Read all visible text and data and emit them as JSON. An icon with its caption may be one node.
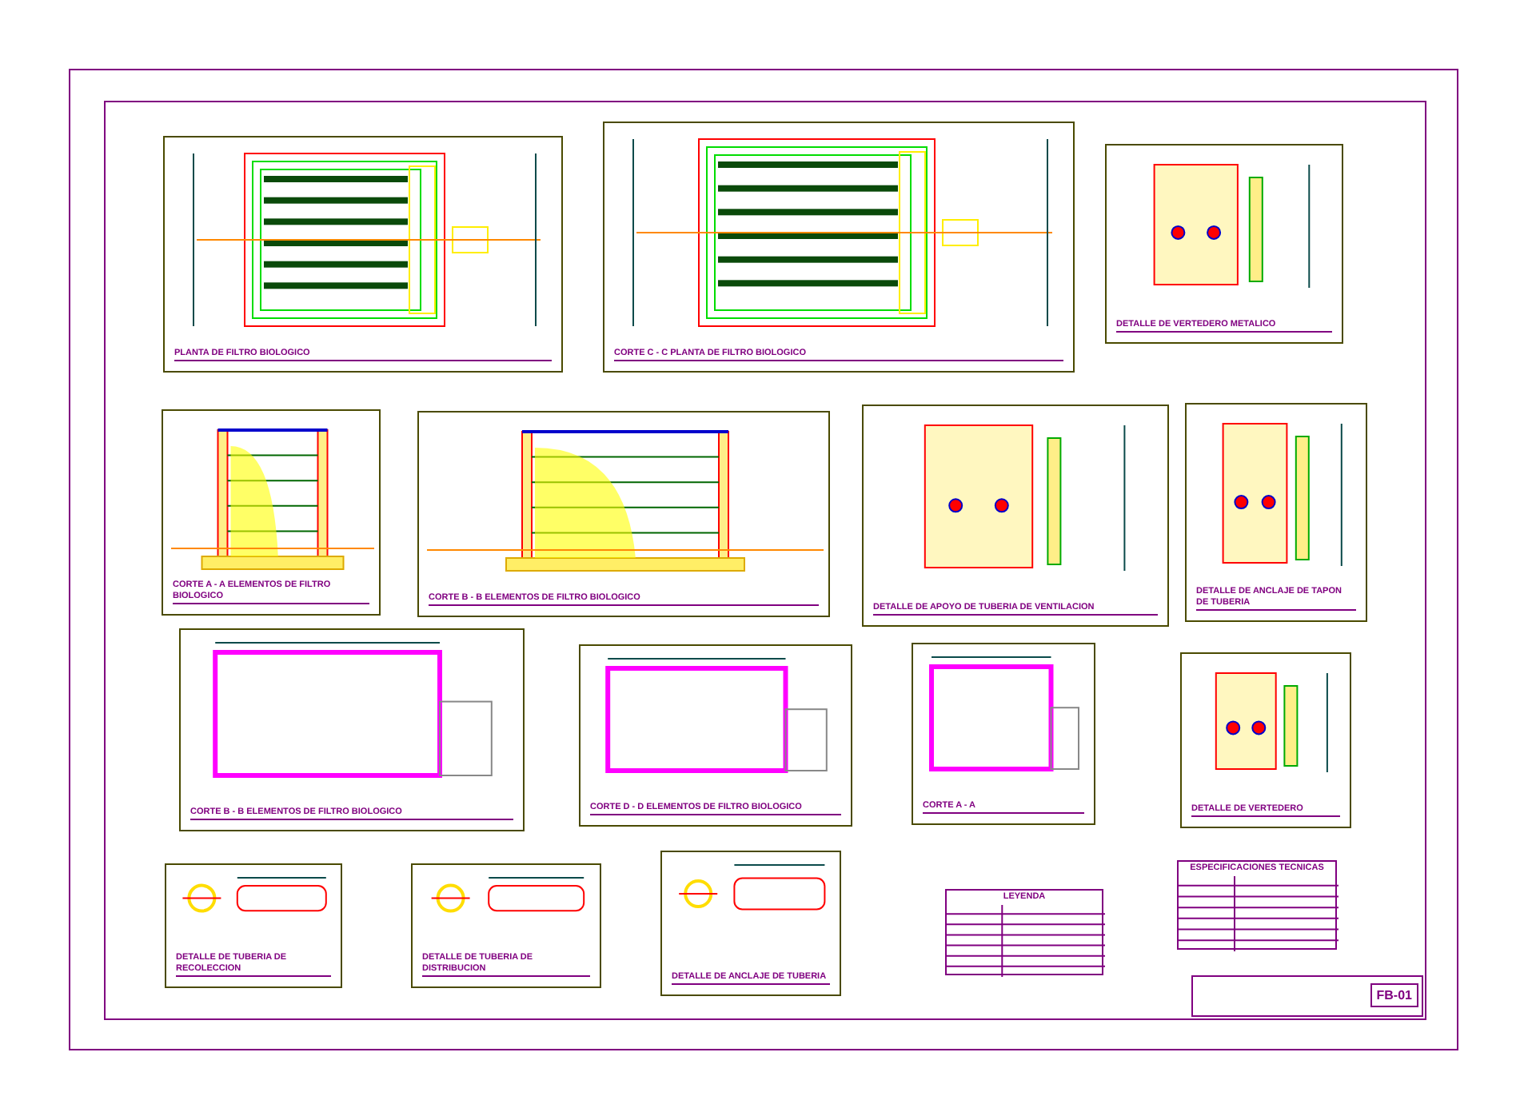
{
  "diagram": {
    "nodes": [
      {
        "text": [
          "PLANTA DE FILTRO BIOLOGICO"
        ]
      },
      {
        "text": [
          "CORTE C - C PLANTA DE FILTRO BIOLOGICO"
        ]
      },
      {
        "text": [
          "DETALLE DE VERTEDERO METALICO"
        ]
      },
      {
        "text": [
          "CORTE A - A ELEMENTOS DE FILTRO BIOLOGICO"
        ]
      },
      {
        "text": [
          "CORTE B - B ELEMENTOS DE FILTRO BIOLOGICO"
        ]
      },
      {
        "text": [
          "DETALLE DE APOYO DE TUBERIA DE VENTILACION"
        ]
      },
      {
        "text": [
          "DETALLE DE ANCLAJE DE TAPON DE TUBERIA"
        ]
      },
      {
        "text": [
          "CORTE B - B ELEMENTOS DE FILTRO BIOLOGICO"
        ]
      },
      {
        "text": [
          "CORTE D - D ELEMENTOS DE FILTRO BIOLOGICO"
        ]
      },
      {
        "text": [
          "CORTE A - A"
        ]
      },
      {
        "text": [
          "DETALLE DE VERTEDERO"
        ]
      },
      {
        "text": [
          "DETALLE DE TUBERIA DE RECOLECCION"
        ]
      },
      {
        "text": [
          "DETALLE DE TUBERIA DE DISTRIBUCION"
        ]
      },
      {
        "text": [
          "DETALLE DE ANCLAJE DE TUBERIA"
        ]
      },
      {
        "text": [
          "LEYENDA"
        ]
      },
      {
        "text": [
          "ESPECIFICACIONES TECNICAS"
        ]
      },
      {
        "text": [
          "FB-01"
        ]
      }
    ]
  }
}
